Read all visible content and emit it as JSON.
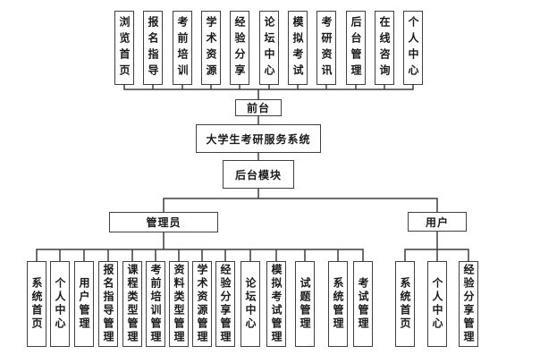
{
  "diagram": {
    "title": "大学生考研服务系统",
    "nodes": {
      "front": "前台",
      "root": "大学生考研服务系统",
      "backend": "后台模块",
      "admin": "管理员",
      "user": "用户"
    },
    "front_modules": [
      "浏览首页",
      "报名指导",
      "考前培训",
      "学术资源",
      "经验分享",
      "论坛中心",
      "模拟考试",
      "考研资讯",
      "后台管理",
      "在线咨询",
      "个人中心"
    ],
    "admin_modules": [
      "系统首页",
      "个人中心",
      "用户管理",
      "报名指导管理",
      "课程类型管理",
      "考前培训管理",
      "资料类型管理",
      "学术资源管理",
      "经验分享管理",
      "论坛中心",
      "模拟考试管理",
      "试题管理",
      "系统管理",
      "考试管理"
    ],
    "user_modules": [
      "系统首页",
      "个人中心",
      "经验分享管理"
    ],
    "colors": {
      "line": "#3d3d3d",
      "box_border": "#404040",
      "box_fill": "#ffffff",
      "text": "#1a1a1a",
      "background": "#ffffff"
    }
  }
}
